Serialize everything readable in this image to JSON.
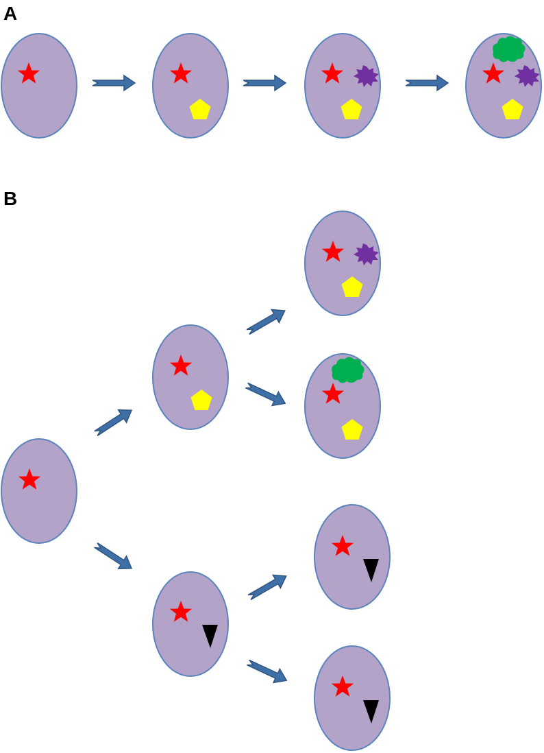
{
  "panels": {
    "a": {
      "label": "A"
    },
    "b": {
      "label": "B"
    }
  },
  "colors": {
    "cell_fill": "#b3a3c9",
    "cell_stroke": "#5b84bd",
    "arrow_fill": "#3f6fa7",
    "arrow_stroke": "#2f5581",
    "star": "#ff0000",
    "pentagon": "#ffff00",
    "purple_blob": "#7030a0",
    "green_blob": "#00b050",
    "triangle": "#000000"
  },
  "marker_icons": [
    "red-star-icon",
    "yellow-pentagon-icon",
    "purple-splat-icon",
    "green-cloud-icon",
    "black-triangle-icon"
  ],
  "panel_a": {
    "description_markers": [
      [
        "star"
      ],
      [
        "star",
        "pentagon"
      ],
      [
        "star",
        "pentagon",
        "purple"
      ],
      [
        "star",
        "pentagon",
        "purple",
        "green"
      ]
    ]
  },
  "panel_b": {
    "root": [
      "star"
    ],
    "branch_upper": [
      "star",
      "pentagon"
    ],
    "branch_lower": [
      "star",
      "triangle"
    ],
    "leaves_upper": [
      [
        "star",
        "pentagon",
        "purple"
      ],
      [
        "star",
        "pentagon",
        "green"
      ]
    ],
    "leaves_lower": [
      [
        "star",
        "triangle"
      ],
      [
        "star",
        "triangle"
      ]
    ]
  }
}
